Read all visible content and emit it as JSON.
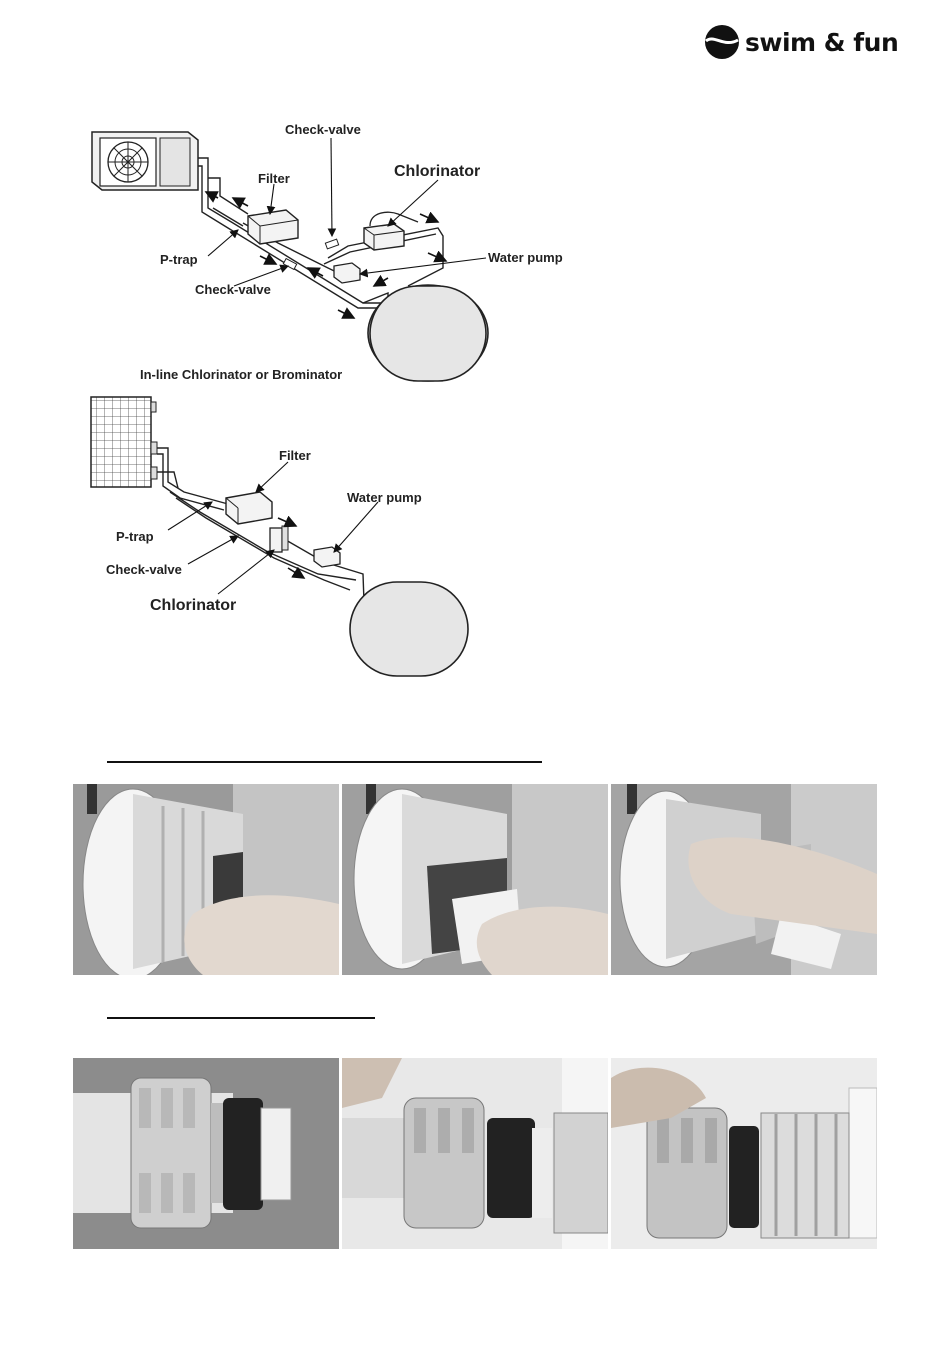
{
  "brand": {
    "name": "swim & fun"
  },
  "diagram_inline": {
    "labels": {
      "check_valve_top": "Check-valve",
      "filter": "Filter",
      "chlorinator": "Chlorinator",
      "p_trap": "P-trap",
      "water_pump": "Water pump",
      "check_valve_bottom": "Check-valve",
      "caption": "In-line Chlorinator or Brominator"
    }
  },
  "diagram_offline": {
    "labels": {
      "filter": "Filter",
      "water_pump": "Water pump",
      "p_trap": "P-trap",
      "check_valve": "Check-valve",
      "chlorinator": "Chlorinator"
    }
  },
  "photos_row1": [
    "seal-step-1",
    "seal-step-2",
    "seal-step-3"
  ],
  "photos_row2": [
    "union-step-1",
    "union-step-2",
    "union-step-3"
  ]
}
